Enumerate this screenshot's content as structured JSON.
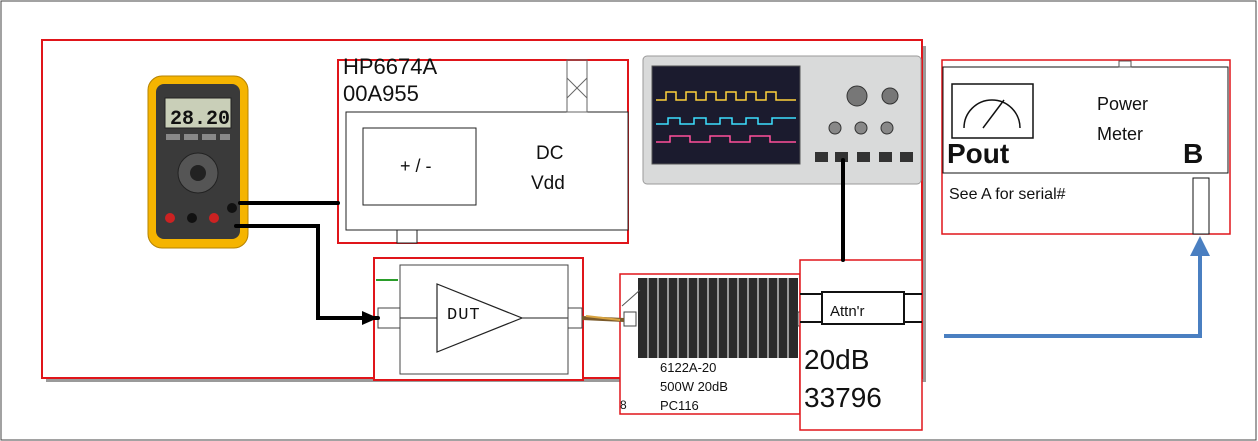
{
  "power_supply": {
    "model": "HP6674A",
    "serial": "00A955",
    "polarity": "+ / -",
    "label_line1": "DC",
    "label_line2": "Vdd"
  },
  "amplifier": {
    "label": "DUT"
  },
  "attenuator_1": {
    "model": "6122A-20",
    "spec": "500W 20dB",
    "serial": "PC116",
    "number": "8"
  },
  "attenuator_2": {
    "label": "Attn'r",
    "value": "20dB",
    "serial": "33796"
  },
  "power_meter": {
    "title_line1": "Power",
    "title_line2": "Meter",
    "port": "Pout",
    "channel": "B",
    "serial_note": "See A for serial#"
  },
  "multimeter": {
    "reading": "28.20"
  },
  "colors": {
    "frame": "#e0151a",
    "wire": "#000000",
    "arrow": "#4a7fc1",
    "meter_body": "#f5b400"
  }
}
